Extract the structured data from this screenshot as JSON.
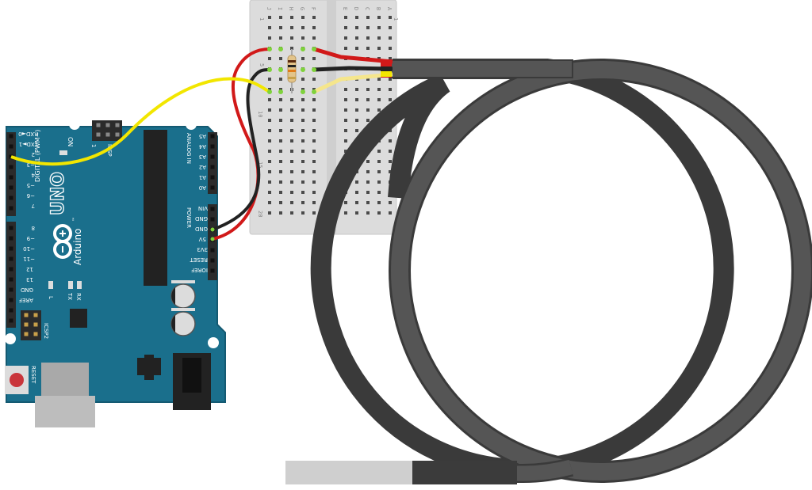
{
  "colors": {
    "board": "#1a6f8c",
    "board_edge": "#145a72",
    "breadboard": "#dcdcdc",
    "breadboard_edge": "#c9c9c9",
    "hole": "#4a4a4a",
    "header": "#2b2b2b",
    "cable": "#555555",
    "cable_edge": "#3a3a3a",
    "probe_dark": "#3b3b3b",
    "probe_light": "#cfcfcf",
    "wire_red": "#d11919",
    "wire_black": "#222222",
    "wire_yellow": "#f2e600",
    "wire_yellow_light": "#f5e68c",
    "resistor_body": "#e3c48a",
    "reset_button": "#c9353b",
    "usb_grey": "#a9a9a9",
    "chip_black": "#222222",
    "capacitor": "#dcdcdc",
    "label_white": "#ffffff",
    "label_grey": "#888888",
    "pin_highlight": "#7fd23c"
  },
  "arduino": {
    "model_label": "UNO",
    "brand_label": "Arduino",
    "trademark": "™",
    "on_label": "ON",
    "icsp_label": "ICSP",
    "icsp_pin1_label": "1",
    "icsp2_label": "ICSP2",
    "reset_label": "RESET",
    "analog_in_label": "ANALOG IN",
    "power_label": "POWER",
    "digital_label": "DIGITAL (PWM~)",
    "led_l_label": "L",
    "led_tx_label": "TX",
    "led_rx_label": "RX",
    "aref_label": "AREF",
    "gnd_label": "GND",
    "analog_pins": [
      "A5",
      "A4",
      "A3",
      "A2",
      "A1",
      "A0"
    ],
    "power_pins": [
      "VIN",
      "GND",
      "GND",
      "5V",
      "3V3",
      "RESET",
      "IOREF"
    ],
    "digital_pins_top": [
      "RXD◄0",
      "TXD►1",
      "2",
      "~3",
      "4",
      "~5",
      "~6",
      "7"
    ],
    "digital_pins_bottom": [
      "8",
      "~9",
      "~10",
      "~11",
      "12",
      "13"
    ]
  },
  "breadboard": {
    "column_letters_left": [
      "J",
      "I",
      "H",
      "G",
      "F"
    ],
    "column_letters_right": [
      "E",
      "D",
      "C",
      "B",
      "A"
    ],
    "row_numbers": [
      "1",
      "5",
      "10",
      "15",
      "20"
    ]
  }
}
